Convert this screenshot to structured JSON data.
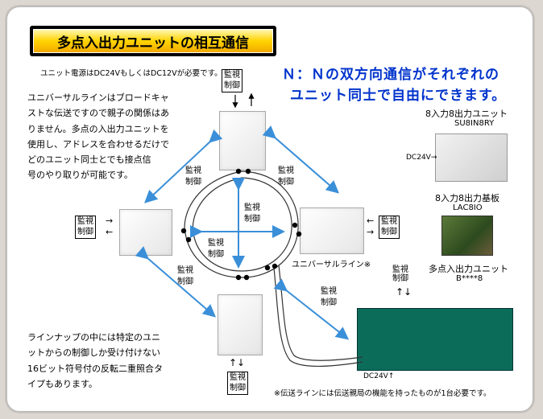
{
  "title": "多点入出力ユニットの相互通信",
  "power_note": "ユニット電源はDC24VもしくはDC12Vが必要です。",
  "headline": [
    "Ｎ：Ｎの双方向通信がそれぞれの",
    "ユニット同士で自由にできます。"
  ],
  "desc_left": [
    "ユニバーサルラインはブロードキャ",
    "ストな伝送ですので親子の関係はあ",
    "りません。多点の入出力ユニットを",
    "使用し、アドレスを合わせるだけで",
    "どのユニット同士とでも接点信",
    "号のやり取りが可能です。"
  ],
  "desc_bottom": [
    "ラインナップの中には特定のユニ",
    "ットからの制御しか受け付けない",
    "16ビット符号付の反転二重照合タ",
    "イプもあります。"
  ],
  "monitor_control": [
    "監視",
    "制御"
  ],
  "monitor_control_vertical": [
    "監視",
    "制御"
  ],
  "universal_line": "ユニバーサルライン※",
  "product1": {
    "name": "8入力8出力ユニット",
    "model": "SU8IN8RY"
  },
  "product2": {
    "name": "8入力8出力基板",
    "model": "LAC8IO"
  },
  "product3": {
    "name": "多点入出力ユニット",
    "model": "B****8"
  },
  "dc24v_arrow": "DC24V→",
  "dc24v_up": "DC24V↑",
  "footnote": "※伝送ラインには伝送親局の機能を持ったものが1台必要です。",
  "arrow_up_down": "↑↓",
  "colors": {
    "title_bg": "#ffd300",
    "headline": "#0033cc",
    "arrows": "#3a8fd8",
    "board": "#0c6c5a"
  }
}
